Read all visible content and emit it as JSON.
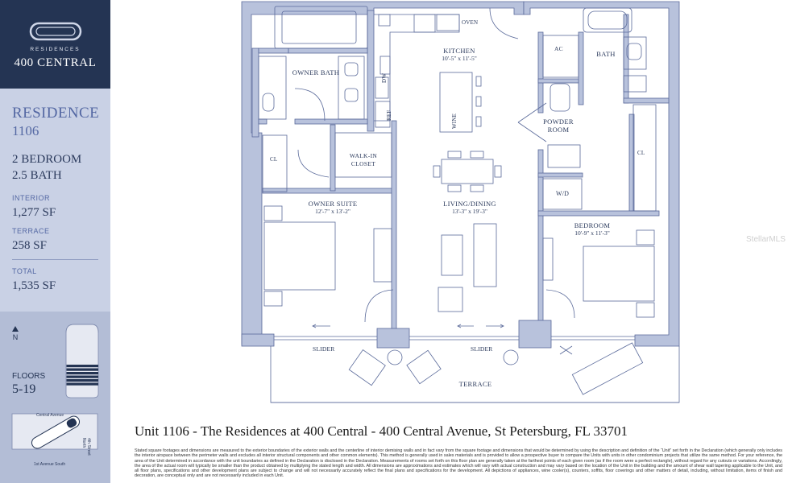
{
  "brand": {
    "small": "RESIDENCES",
    "large": "400 CENTRAL"
  },
  "residence": {
    "title": "RESIDENCE",
    "number": "1106",
    "bedrooms": "2 BEDROOM",
    "baths": "2.5 BATH",
    "interior_label": "INTERIOR",
    "interior_value": "1,277 SF",
    "terrace_label": "TERRACE",
    "terrace_value": "258 SF",
    "total_label": "TOTAL",
    "total_value": "1,535 SF"
  },
  "building": {
    "north": "N",
    "floors_label": "FLOORS",
    "floors_value": "5-19",
    "streets": [
      "Central Avenue",
      "1st Avenue South",
      "4th Street North"
    ]
  },
  "rooms": {
    "kitchen": "KITCHEN",
    "kitchen_dim": "10'-5\" x 11'-5\"",
    "owner_bath": "OWNER BATH",
    "walk_in_closet": "WALK-IN CLOSET",
    "owner_suite": "OWNER SUITE",
    "owner_suite_dim": "12'-7\" x 13'-2\"",
    "living_dining": "LIVING/DINING",
    "living_dining_dim": "13'-3\" x 19'-3\"",
    "bath": "BATH",
    "powder_room": "POWDER ROOM",
    "bedroom": "BEDROOM",
    "bedroom_dim": "10'-9\" x 11'-3\"",
    "terrace": "TERRACE",
    "slider": "SLIDER"
  },
  "fixtures": {
    "oven": "OVEN",
    "ac": "AC",
    "dw": "DW",
    "ref": "REF",
    "wine": "WINE",
    "cl": "CL",
    "wd": "W/D"
  },
  "unit_heading": "Unit 1106  - The Residences at 400 Central  -  400 Central Avenue, St Petersburg, FL 33701",
  "disclaimer": "Stated square footages and dimensions are measured to the exterior boundaries of the exterior walls and the centerline of interior demising walls and in fact vary from the square footage and dimensions that would be determined by using the description and definition of the “Unit” set forth in the Declaration (which generally only includes the interior airspace between the perimeter walls and excludes all interior structural components and other common elements). This method is generally used in sales materials and is provided to allow a prospective buyer to compare the Units with units in other condominium projects that utilize the same method. For your reference, the area of the Unit determined in accordance with the unit boundaries as defined in the Declaration is disclosed in the Declaration. Measurements of rooms set forth on this floor plan are generally taken at the farthest points of each given room (as if the room were a perfect rectangle), without regard for any cutouts or variations. Accordingly, the area of the actual room will typically be smaller than the product obtained by multiplying the stated length and width. All dimensions are approximations and estimates which will vary with actual construction and may vary based on the location of the Unit in the building and the amount of shear wall tapering applicable to the Unit, and all floor plans, specifications and other development plans are subject to change and will not necessarily accurately reflect the final plans and specifications for the development. All depictions of appliances, wine cooler(s), counters, soffits, floor coverings and other matters of detail, including, without limitation, items of finish and decoration, are conceptual only and are not necessarily included in each Unit.",
  "watermark": "StellarMLS",
  "colors": {
    "navy": "#243453",
    "sidebar_mid": "#c9d1e5",
    "sidebar_light": "#dfe3ef",
    "sidebar_dark": "#b3bdd6",
    "wall": "#b8c2dc",
    "line": "#5a6a9a"
  }
}
